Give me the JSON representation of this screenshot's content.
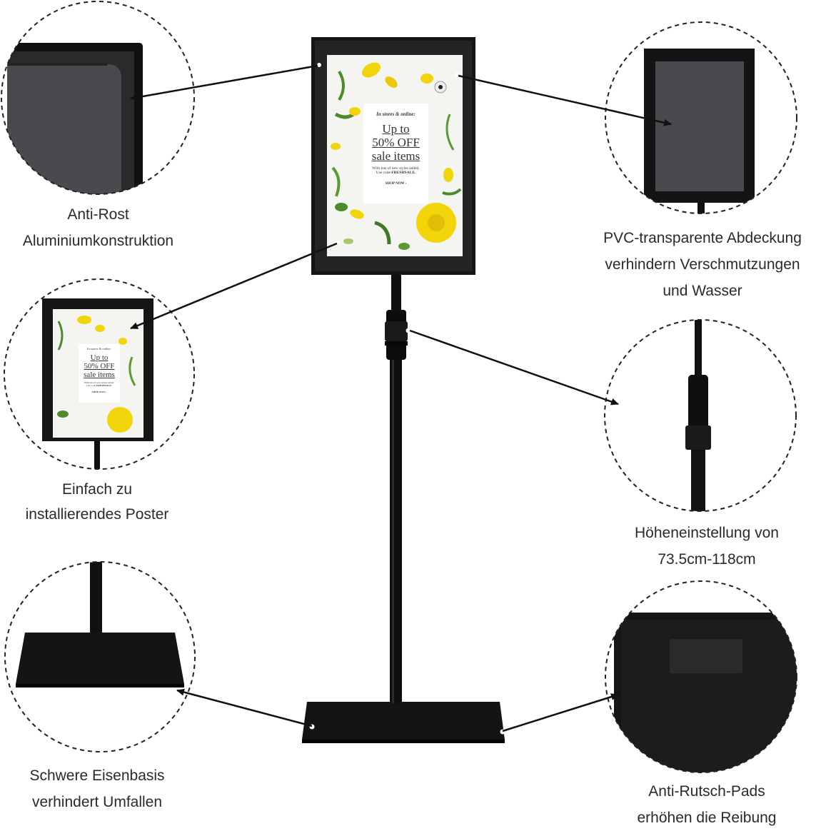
{
  "colors": {
    "frame": "#151515",
    "pole": "#0e0e0e",
    "zoom_bg": "#3a3a3c",
    "poster_bg": "#f4f4f0",
    "flower_yellow": "#f2d40b",
    "leaf_green": "#4c8a2c",
    "arrow": "#111111"
  },
  "poster": {
    "line1": "In stores & online:",
    "line2": "Up to",
    "line3": "50% OFF",
    "line4": "sale items",
    "line5": "With lots of new styles added.",
    "line6a": "Use code ",
    "line6b": "FRESHSALE.",
    "cta": "SHOP NOW ›"
  },
  "labels": {
    "frame_material": [
      "Anti-Rost",
      "Aluminiumkonstruktion"
    ],
    "pvc_cover": [
      "PVC-transparente Abdeckung",
      "verhindern Verschmutzungen",
      "und Wasser"
    ],
    "poster_install": [
      "Einfach zu",
      "installierendes Poster"
    ],
    "height_adjust": [
      "Höheneinstellung von",
      "73.5cm-118cm"
    ],
    "iron_base": [
      "Schwere Eisenbasis",
      "verhindert Umfallen"
    ],
    "anti_slip": [
      "Anti-Rutsch-Pads",
      "erhöhen die Reibung"
    ]
  },
  "icons": {
    "zoom_frame_corner": "frame-corner-zoom-icon",
    "zoom_cover": "cover-zoom-icon",
    "zoom_poster": "poster-zoom-icon",
    "zoom_pole": "pole-joint-zoom-icon",
    "zoom_base": "base-zoom-icon",
    "zoom_pad": "pad-zoom-icon"
  }
}
